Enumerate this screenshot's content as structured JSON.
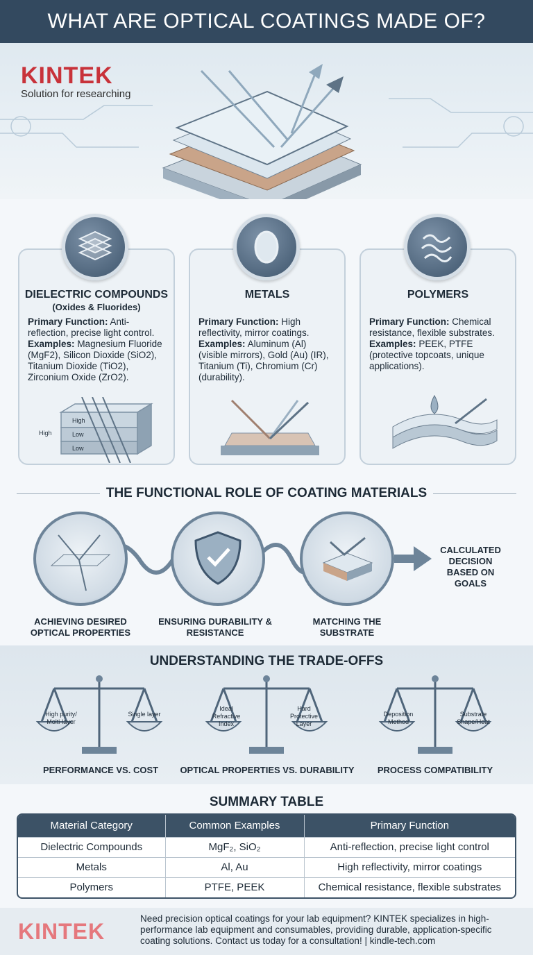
{
  "header": {
    "title": "WHAT ARE OPTICAL COATINGS MADE OF?"
  },
  "logo": {
    "brand": "KINTEK",
    "tagline": "Solution for researching"
  },
  "categories": [
    {
      "title": "DIELECTRIC COMPOUNDS",
      "subtitle": "(Oxides & Fluorides)",
      "function_label": "Primary Function:",
      "function": "Anti-reflection, precise light control.",
      "examples_label": "Examples:",
      "examples": "Magnesium Fluoride (MgF2), Silicon Dioxide (SiO2), Titanium Dioxide (TiO2), Zirconium Oxide (ZrO2).",
      "diagram_labels": {
        "layer1": "High",
        "layer2": "Low",
        "layer3": "Low",
        "side": "High"
      }
    },
    {
      "title": "METALS",
      "function_label": "Primary Function:",
      "function": "High reflectivity, mirror coatings.",
      "examples_label": "Examples:",
      "examples": "Aluminum (Al) (visible mirrors), Gold (Au) (IR), Titanium (Ti), Chromium (Cr) (durability)."
    },
    {
      "title": "POLYMERS",
      "function_label": "Primary Function:",
      "function": "Chemical resistance, flexible substrates.",
      "examples_label": "Examples:",
      "examples": "PEEK, PTFE (protective topcoats, unique applications)."
    }
  ],
  "functional_role": {
    "heading": "THE FUNCTIONAL ROLE OF COATING MATERIALS",
    "steps": [
      "ACHIEVING DESIRED OPTICAL PROPERTIES",
      "ENSURING DURABILITY & RESISTANCE",
      "MATCHING THE SUBSTRATE"
    ],
    "goal": "CALCULATED DECISION BASED ON GOALS"
  },
  "tradeoffs": {
    "heading": "UNDERSTANDING THE TRADE-OFFS",
    "items": [
      {
        "left": "High purity/ Molti-layer",
        "right": "Single layer",
        "caption": "PERFORMANCE VS. COST"
      },
      {
        "left": "Ideal Refractive Index",
        "right": "Hard Protective Layer",
        "caption": "OPTICAL PROPERTIES VS. DURABILITY"
      },
      {
        "left": "Deposition Method",
        "right": "Substrate Shape/Heat",
        "caption": "PROCESS COMPATIBILITY"
      }
    ]
  },
  "summary": {
    "heading": "SUMMARY TABLE",
    "columns": [
      "Material Category",
      "Common Examples",
      "Primary Function"
    ],
    "rows": [
      [
        "Dielectric Compounds",
        "MgF₂, SiO₂",
        "Anti-reflection, precise light control"
      ],
      [
        "Metals",
        "Al, Au",
        "High reflectivity, mirror coatings"
      ],
      [
        "Polymers",
        "PTFE, PEEK",
        "Chemical resistance, flexible substrates"
      ]
    ]
  },
  "footer": {
    "brand": "KINTEK",
    "text": "Need precision optical coatings for your lab equipment? KINTEK specializes in high-performance lab equipment and consumables, providing durable, application-specific coating solutions. Contact us today for a consultation! | kindle-tech.com"
  },
  "colors": {
    "header_bg": "#33495f",
    "brand_red": "#c8323a",
    "table_header": "#3c5266"
  }
}
